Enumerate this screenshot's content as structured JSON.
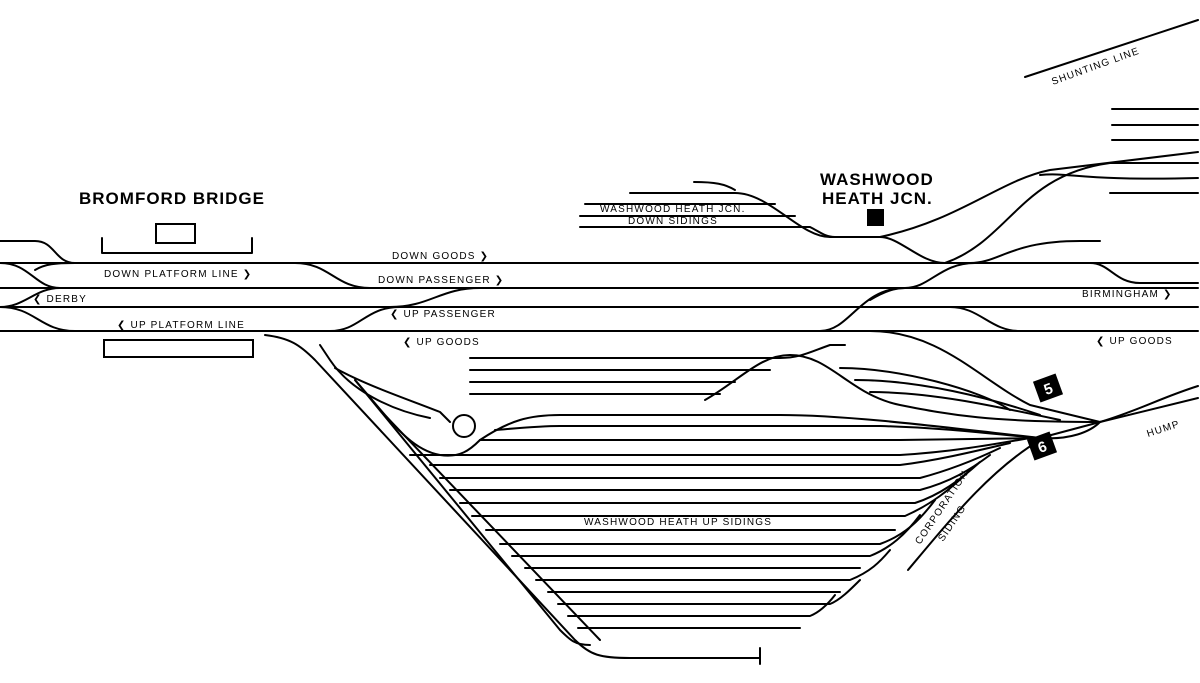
{
  "stations": {
    "bromford": "BROMFORD BRIDGE",
    "washwood_line1": "WASHWOOD",
    "washwood_line2": "HEATH JCN."
  },
  "lines": {
    "down_goods": "DOWN GOODS ❯",
    "down_platform": "DOWN PLATFORM LINE ❯",
    "down_passenger": "DOWN PASSENGER ❯",
    "derby": "❮ DERBY",
    "birmingham": "BIRMINGHAM ❯",
    "up_passenger": "❮ UP PASSENGER",
    "up_platform": "❮ UP PLATFORM LINE",
    "up_goods_center": "❮ UP GOODS",
    "up_goods_right": "❮ UP GOODS"
  },
  "sidings": {
    "down_sidings_line1": "WASHWOOD HEATH JCN.",
    "down_sidings_line2": "DOWN SIDINGS",
    "up_sidings": "WASHWOOD HEATH UP SIDINGS",
    "corporation_line1": "CORPORATION",
    "corporation_line2": "SIDING",
    "shunting": "SHUNTING LINE",
    "hump": "HUMP"
  },
  "markers": {
    "box5": "5",
    "box6": "6"
  }
}
